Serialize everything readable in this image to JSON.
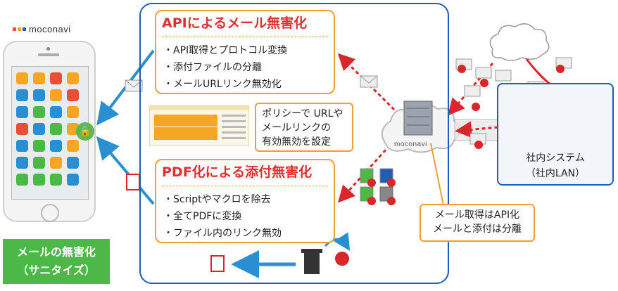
{
  "brand": {
    "logo_text": "moconavi"
  },
  "top_card": {
    "title": "APIによるメール無害化",
    "items": [
      "・API取得とプロトコル変換",
      "・添付ファイルの分離",
      "・メールURLリンク無効化"
    ]
  },
  "policy_callout": {
    "lines": [
      "ポリシーで URLや",
      "メールリンクの",
      "有効無効を設定"
    ]
  },
  "bottom_card": {
    "title": "PDF化による添付無害化",
    "items": [
      "・Scriptやマクロを除去",
      "・全てPDFに変換",
      "・ファイル内のリンク無効"
    ]
  },
  "api_callout": {
    "lines": [
      "メール取得はAPI化",
      "メールと添付は分離"
    ]
  },
  "internal": {
    "line1": "社内システム",
    "line2": "（社内LAN）"
  },
  "sanitize_label": {
    "line1": "メールの無害化",
    "line2": "（サニタイズ）"
  },
  "colors": {
    "accent_blue": "#1e5fb4",
    "card_border": "#f0a030",
    "title_red": "#e03030",
    "arrow_red": "#d9262a",
    "arrow_blue": "#2a8fd0",
    "label_green": "#4cb848"
  }
}
